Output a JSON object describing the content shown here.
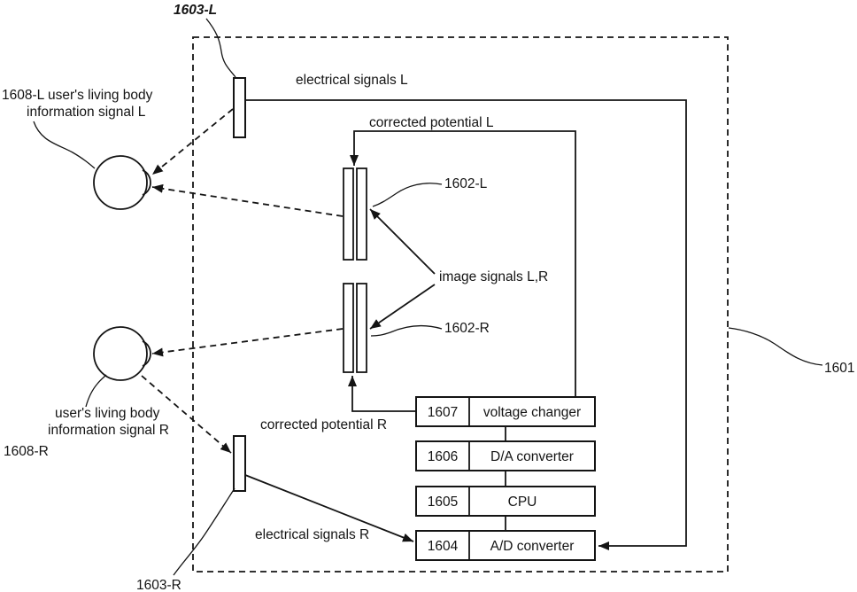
{
  "figure": {
    "refs": {
      "r1603L": "1603-L",
      "r1603R": "1603-R",
      "r1602L": "1602-L",
      "r1602R": "1602-R",
      "r1601": "1601",
      "r1608R": "1608-R"
    },
    "texts": {
      "living_L_1": "1608-L user's living body",
      "living_L_2": "information signal L",
      "living_R_1": "user's living body",
      "living_R_2": "information signal R",
      "electrical_L": "electrical signals L",
      "electrical_R": "electrical signals R",
      "corrected_L": "corrected potential L",
      "corrected_R": "corrected potential R",
      "image_LR": "image signals L,R"
    },
    "boxes": [
      {
        "number": "1607",
        "label": "voltage changer"
      },
      {
        "number": "1606",
        "label": "D/A converter"
      },
      {
        "number": "1605",
        "label": "CPU"
      },
      {
        "number": "1604",
        "label": "A/D converter"
      }
    ],
    "colors": {
      "ink": "#141414",
      "background": "#ffffff"
    }
  }
}
